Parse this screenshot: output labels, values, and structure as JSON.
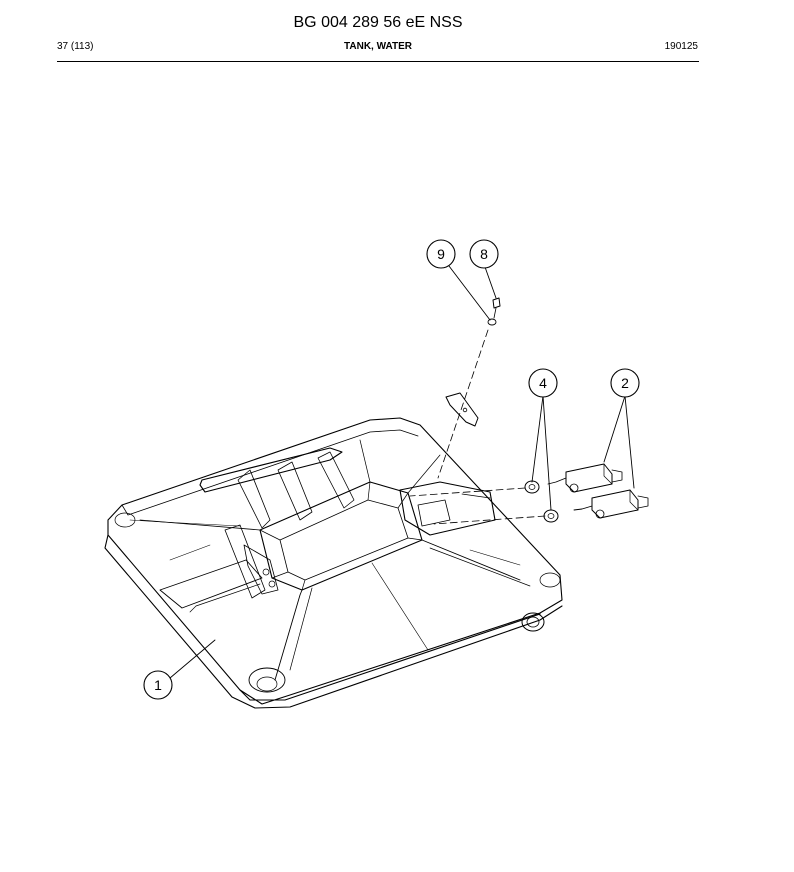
{
  "header": {
    "doc_title": "BG 004 289 56 eE NSS",
    "page": "37 (113)",
    "section_title": "TANK, WATER",
    "date": "190125"
  },
  "callouts": [
    {
      "id": "9",
      "name": "callout-9"
    },
    {
      "id": "8",
      "name": "callout-8"
    },
    {
      "id": "4",
      "name": "callout-4"
    },
    {
      "id": "2",
      "name": "callout-2"
    },
    {
      "id": "1",
      "name": "callout-1"
    }
  ]
}
